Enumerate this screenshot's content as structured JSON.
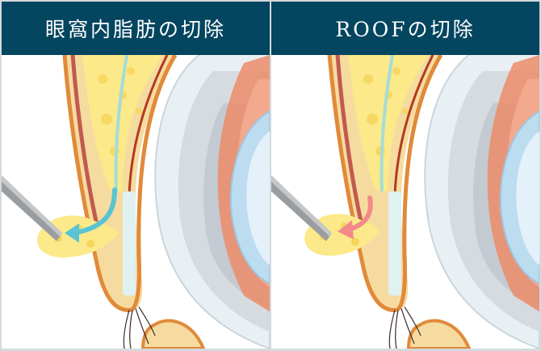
{
  "panels": [
    {
      "title": "眼窩内脂肪の切除",
      "arrow_color": "#59c4d3",
      "arrow_meaning": "orbital fat pulled out toward forceps"
    },
    {
      "title": "ROOFの切除",
      "arrow_color": "#f28a8a",
      "arrow_meaning": "ROOF (retro-orbicularis oculi fat) pulled out toward forceps"
    }
  ],
  "colors": {
    "header_bg": "#04455f",
    "header_text": "#ffffff",
    "frame_border": "#d4dade",
    "fat_yellow": "#fbe98a",
    "skin_orange": "#e08a3a",
    "muscle_red": "#c25a4f",
    "sclera": "#eef3f5",
    "cornea": "#bcdcf0"
  }
}
